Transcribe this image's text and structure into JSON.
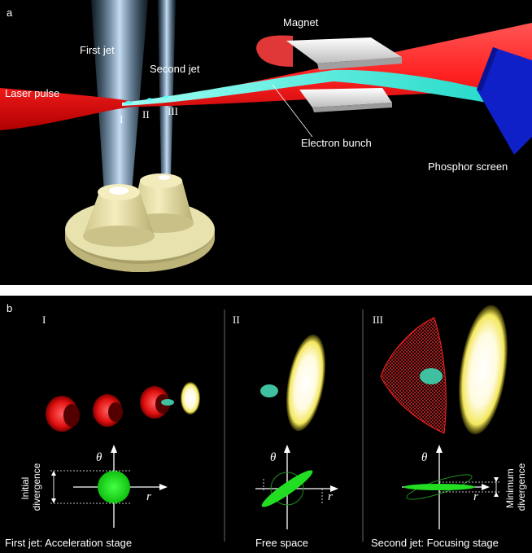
{
  "panel_a": {
    "panel_letter": "a",
    "labels": {
      "first_jet": "First jet",
      "second_jet": "Second jet",
      "laser_pulse": "Laser pulse",
      "magnet": "Magnet",
      "electron_bunch": "Electron bunch",
      "phosphor_screen": "Phosphor screen",
      "stage_1": "I",
      "stage_2": "II",
      "stage_3": "III"
    }
  },
  "panel_b": {
    "panel_letter": "b",
    "sub1": {
      "numeral": "I",
      "caption": "First jet: Acceleration stage",
      "left_label_line1": "Initial",
      "left_label_line2": "divergence",
      "axis_y": "θ",
      "axis_x": "r"
    },
    "sub2": {
      "numeral": "II",
      "caption": "Free space",
      "axis_y": "θ",
      "axis_x": "r"
    },
    "sub3": {
      "numeral": "III",
      "caption": "Second jet: Focusing stage",
      "right_label_line1": "Minimum",
      "right_label_line2": "divergence",
      "axis_y": "θ",
      "axis_x": "r"
    }
  },
  "colors": {
    "background": "#000000",
    "laser": "#ff2a2a",
    "electron_bunch": "#2ff0e0",
    "nozzle": "#e9e2a8",
    "jet_gas": "#9fd0f0",
    "phosphor": "#1020c8",
    "phase_ellipse": "#22dd22"
  }
}
